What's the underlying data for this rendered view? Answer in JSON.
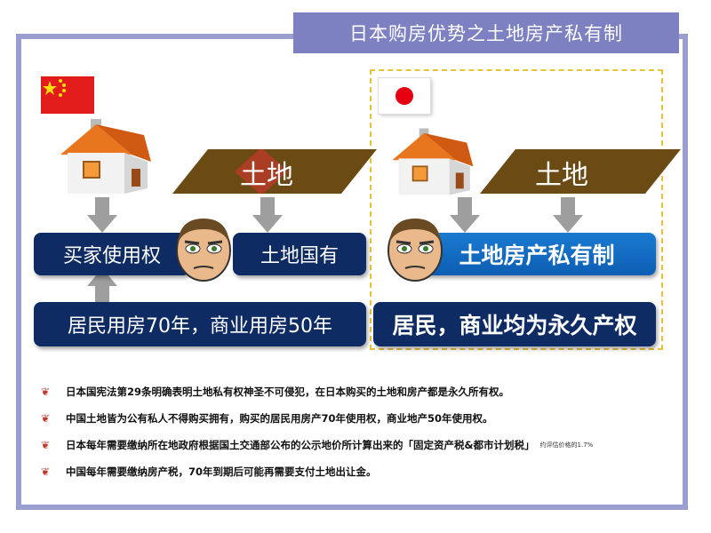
{
  "title": "日本购房优势之土地房产私有制",
  "left": {
    "land_label": "土地",
    "buyer_label": "买家使用权",
    "state_label": "土地国有",
    "years_label": "居民用房70年，商业用房50年"
  },
  "right": {
    "land_label": "土地",
    "private_label": "土地房产私有制",
    "perm_label": "居民，商业均为永久产权"
  },
  "bullets": [
    {
      "icon": "ഠ",
      "text": "日本国宪法第29条明确表明土地私有权神圣不可侵犯，在日本购买的土地和房产都是永久所有权。",
      "note": ""
    },
    {
      "icon": "ഠ",
      "text": "中国土地皆为公有私人不得购买拥有，购买的居民用房产70年使用权，商业地产50年使用权。",
      "note": ""
    },
    {
      "icon": "ഠ",
      "text": "日本每年需要缴纳所在地政府根据国土交通部公布的公示地价所计算出来的「固定资产税&都市计划税」",
      "note": "约评估价格的1.7%"
    },
    {
      "icon": "ഠ",
      "text": "中国每年需要缴纳房产税，70年到期后可能再需要支付土地出让金。",
      "note": ""
    }
  ],
  "colors": {
    "frame": "#9b9fd0",
    "banner": "#7d81c2",
    "navy": "#0f2b63",
    "blue": "#0c5eb4",
    "land": "#6b4a14",
    "dash": "#e8c33a"
  }
}
